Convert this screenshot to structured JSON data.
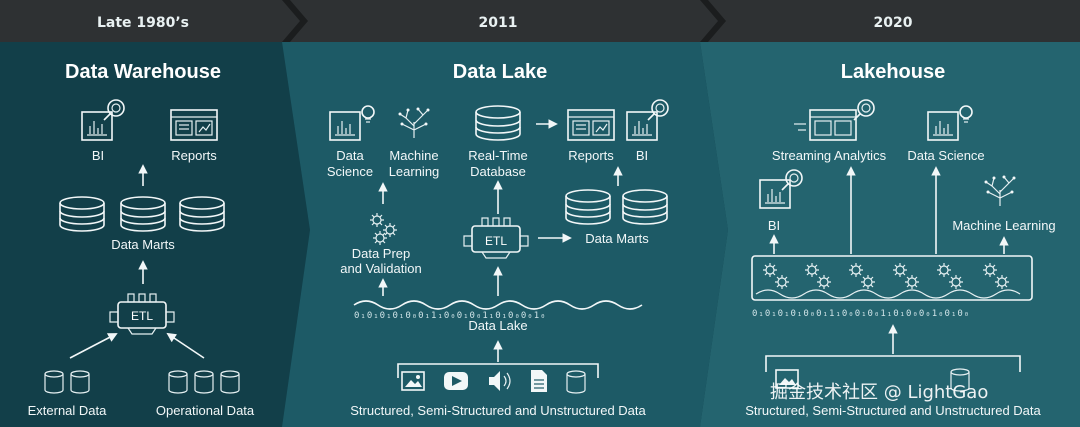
{
  "colors": {
    "header_band": "#2e3133",
    "panel_1": "#123f49",
    "panel_2": "#1d5a66",
    "panel_3": "#24646f",
    "line": "#f2f7f8"
  },
  "panels": {
    "warehouse": {
      "era": "Late 1980’s",
      "title": "Data Warehouse",
      "labels": {
        "bi": "BI",
        "reports": "Reports",
        "data_marts": "Data Marts",
        "etl": "ETL",
        "external": "External Data",
        "operational": "Operational Data"
      }
    },
    "lake": {
      "era": "2011",
      "title": "Data Lake",
      "labels": {
        "data_science_1": "Data",
        "data_science_2": "Science",
        "ml_1": "Machine",
        "ml_2": "Learning",
        "rt_1": "Real-Time",
        "rt_2": "Database",
        "reports": "Reports",
        "bi": "BI",
        "prep_1": "Data Prep",
        "prep_2": "and Validation",
        "etl": "ETL",
        "data_marts": "Data Marts",
        "lake": "Data Lake",
        "sources": "Structured, Semi-Structured and Unstructured Data",
        "bits": "0₁0₁0₁0₁0₀0₁1₁0₀0₁0₀1₁0₁0₀0₀1₀"
      }
    },
    "lakehouse": {
      "era": "2020",
      "title": "Lakehouse",
      "labels": {
        "streaming": "Streaming Analytics",
        "data_science": "Data Science",
        "bi": "BI",
        "ml": "Machine Learning",
        "sources": "Structured, Semi-Structured and Unstructured Data",
        "bits": "0₁0₁0₁0₁0₀0₁1₁0₀0₁0₀1₁0₁0₀0₀1₀0₁0₀"
      }
    }
  },
  "watermark": "掘金技术社区 @ LightGao"
}
